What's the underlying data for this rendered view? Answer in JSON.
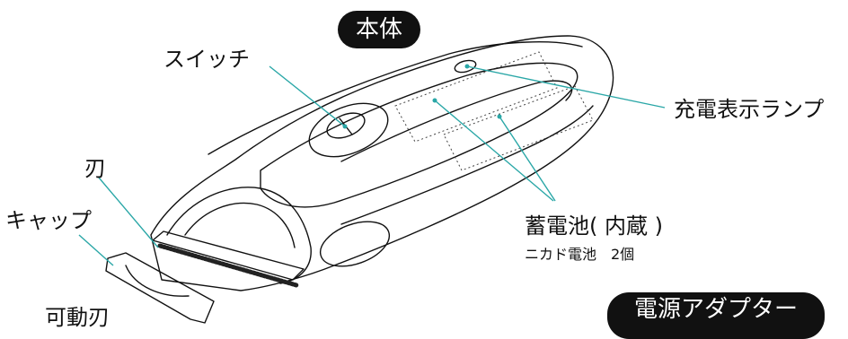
{
  "header": {
    "title": "本体"
  },
  "labels": {
    "switch": "スイッチ",
    "charge_lamp": "充電表示ランプ",
    "blade": "刃",
    "cap": "キャップ",
    "battery": "蓄電池( 内蔵 )",
    "battery_sub": "ニカド電池　2個",
    "movable_blade": "可動刃"
  },
  "footer": {
    "adapter": "電源アダプター"
  },
  "colors": {
    "leader": "#2aa7a7",
    "ink": "#111111",
    "pill": "#111111"
  }
}
